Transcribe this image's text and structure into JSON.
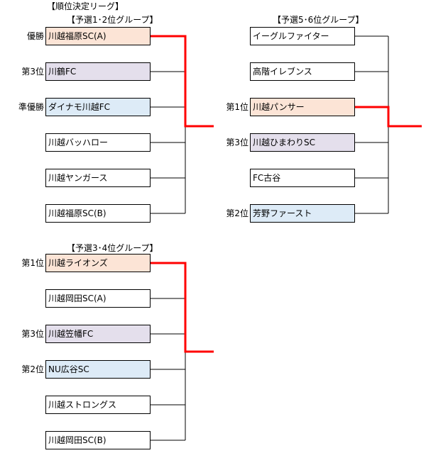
{
  "main_title": "【順位決定リーグ】",
  "group_a": {
    "title": "【予選1･2位グループ】",
    "ranks": [
      "優勝",
      "第3位",
      "準優勝"
    ],
    "teams": [
      "川越福原SC(A)",
      "川鶴FC",
      "ダイナモ川越FC",
      "川越バッハロー",
      "川越ヤンガース",
      "川越福原SC(B)"
    ]
  },
  "group_b": {
    "title": "【予選5･6位グループ】",
    "ranks": [
      "第1位",
      "第3位",
      "第2位"
    ],
    "teams": [
      "イーグルファイター",
      "高階イレブンス",
      "川越パンサー",
      "川越ひまわりSC",
      "FC古谷",
      "芳野ファースト"
    ]
  },
  "group_c": {
    "title": "【予選3･4位グループ】",
    "ranks": [
      "第1位",
      "第3位",
      "第2位"
    ],
    "teams": [
      "川越ライオンズ",
      "川越岡田SC(A)",
      "川越笠幡FC",
      "NU広谷SC",
      "川越ストロングス",
      "川越岡田SC(B)"
    ]
  },
  "colors": {
    "winner_path": "#ff0000",
    "line": "#000000",
    "first": "#fce4d6",
    "second": "#ddebf7",
    "third": "#e4dfec"
  }
}
